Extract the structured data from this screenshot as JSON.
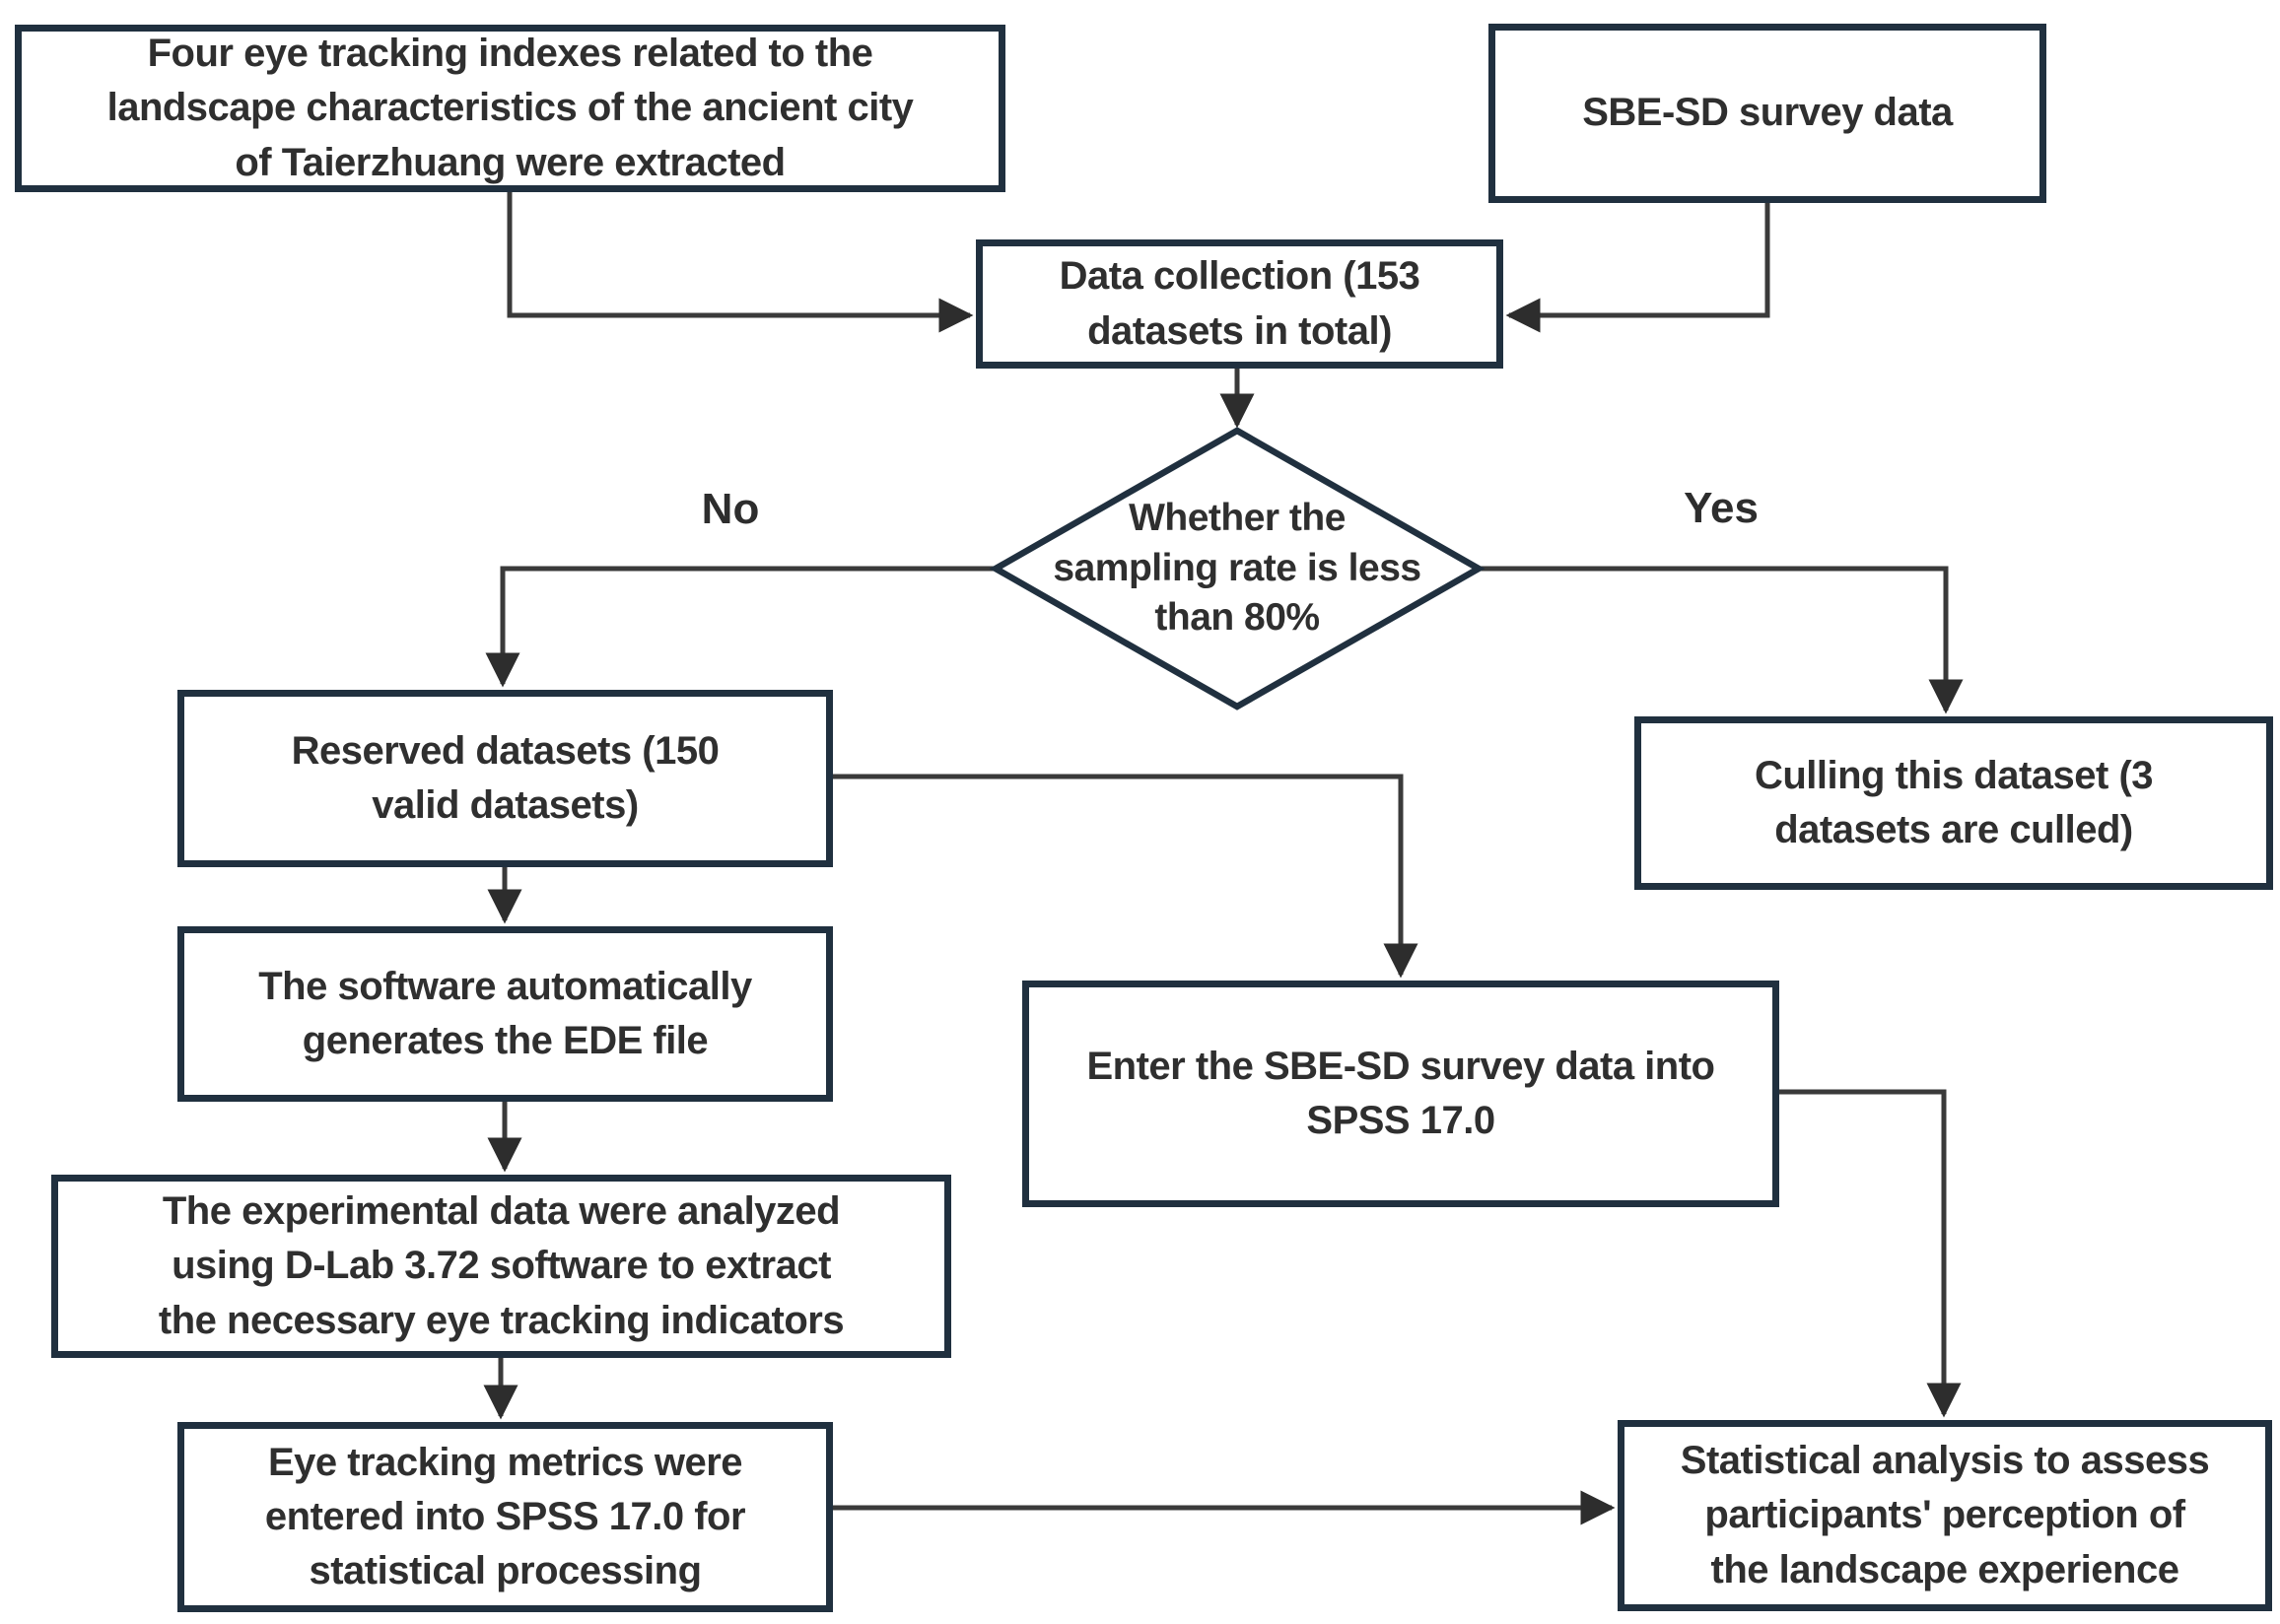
{
  "flowchart": {
    "colors": {
      "background": "#ffffff",
      "box_border": "#20303f",
      "box_fill": "#ffffff",
      "connector": "#3a3a3a",
      "text": "#2f2f2f"
    },
    "nodes": {
      "extract": {
        "shape": "rect",
        "label": "Four eye tracking indexes related to the\nlandscape characteristics of the ancient city\nof Taierzhuang were extracted"
      },
      "sbe": {
        "shape": "rect",
        "label": "SBE-SD survey data"
      },
      "collection": {
        "shape": "rect",
        "label": "Data collection (153\ndatasets in total)"
      },
      "sampling_decision": {
        "shape": "diamond",
        "label": "Whether the\nsampling rate is less\nthan 80%"
      },
      "reserved": {
        "shape": "rect",
        "label": "Reserved datasets (150\nvalid datasets)"
      },
      "culling": {
        "shape": "rect",
        "label": "Culling this dataset (3\ndatasets are culled)"
      },
      "ede": {
        "shape": "rect",
        "label": "The software automatically\ngenerates the EDE file"
      },
      "enter_spss": {
        "shape": "rect",
        "label": "Enter the SBE-SD survey data into\nSPSS 17.0"
      },
      "experimental": {
        "shape": "rect",
        "label": "The experimental data were analyzed\nusing D-Lab 3.72 software to extract\nthe necessary eye tracking indicators"
      },
      "eyetrack_metrics": {
        "shape": "rect",
        "label": "Eye tracking metrics were\nentered into SPSS 17.0 for\nstatistical processing"
      },
      "statistical": {
        "shape": "rect",
        "label": "Statistical analysis to assess\nparticipants' perception of\nthe landscape experience"
      }
    },
    "branch_labels": {
      "no": "No",
      "yes": "Yes"
    },
    "edges": [
      {
        "from": "extract",
        "to": "collection"
      },
      {
        "from": "sbe",
        "to": "collection"
      },
      {
        "from": "collection",
        "to": "sampling_decision"
      },
      {
        "from": "sampling_decision",
        "to": "reserved",
        "label": "No"
      },
      {
        "from": "sampling_decision",
        "to": "culling",
        "label": "Yes"
      },
      {
        "from": "reserved",
        "to": "ede"
      },
      {
        "from": "reserved",
        "to": "enter_spss"
      },
      {
        "from": "ede",
        "to": "experimental"
      },
      {
        "from": "experimental",
        "to": "eyetrack_metrics"
      },
      {
        "from": "eyetrack_metrics",
        "to": "statistical"
      },
      {
        "from": "enter_spss",
        "to": "statistical"
      }
    ]
  }
}
